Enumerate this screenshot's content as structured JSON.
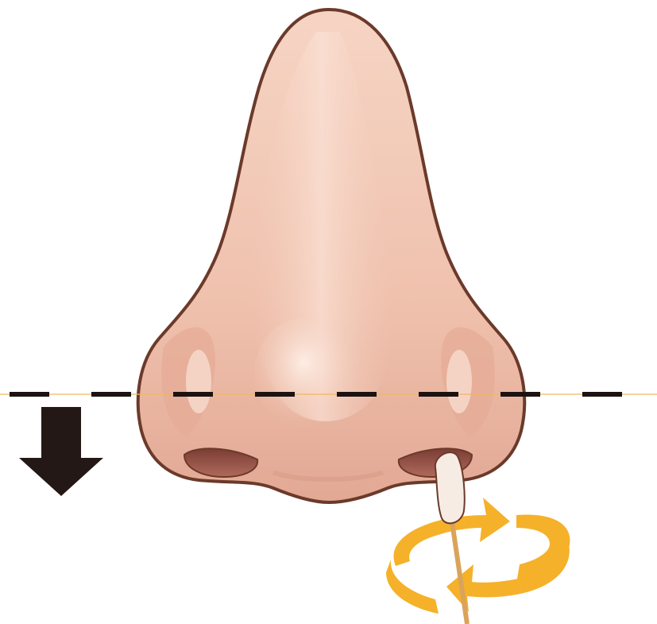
{
  "diagram": {
    "subject": "nose-illustration",
    "elements": [
      {
        "id": "nose",
        "icon": "nose-icon"
      },
      {
        "id": "insertion-depth-line",
        "style": "dashed"
      },
      {
        "id": "down-arrow",
        "icon": "arrow-down-icon"
      },
      {
        "id": "cotton-swab",
        "icon": "swab-icon"
      },
      {
        "id": "rotation-arrows",
        "icon": "rotate-icon"
      }
    ]
  },
  "colors": {
    "background": "#ffffff",
    "skin_light": "#f6d2c2",
    "skin_mid": "#e9b29c",
    "skin_shadow": "#d49a84",
    "outline": "#6b3a2a",
    "nostril": "#8a4a40",
    "dash": "#1a1311",
    "guide_line": "#f0b860",
    "arrow": "#231815",
    "rotation": "#f5b12a",
    "swab_tip": "#f6ece4",
    "swab_stick": "#d9a45a"
  }
}
